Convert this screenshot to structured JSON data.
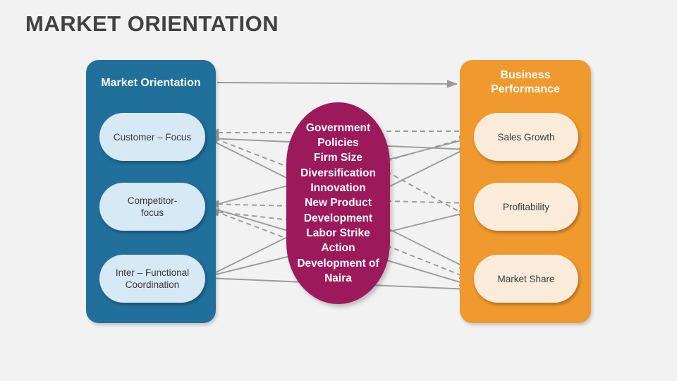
{
  "title": "MARKET ORIENTATION",
  "colors": {
    "background": "#f2f2f2",
    "title_text": "#414141",
    "left_panel": "#21709B",
    "left_box": "#D6E9F5",
    "right_panel": "#F0992E",
    "right_box": "#FAEBDA",
    "center_oval": "#9C1A5C",
    "connector": "#9a9a9a",
    "box_text": "#3a3a3a",
    "panel_title_text": "#ffffff"
  },
  "left_panel": {
    "title": "Market Orientation",
    "items": [
      {
        "label": "Customer – Focus"
      },
      {
        "label": "Competitor-\nfocus"
      },
      {
        "label": "Inter – Functional\nCoordination"
      }
    ]
  },
  "right_panel": {
    "title": "Business\nPerformance",
    "items": [
      {
        "label": "Sales Growth"
      },
      {
        "label": "Profitability"
      },
      {
        "label": "Market Share"
      }
    ]
  },
  "center_oval": {
    "lines": [
      "Government",
      "Policies",
      "Firm Size",
      "Diversification",
      "Innovation",
      "New Product",
      "Development",
      "Labor Strike",
      "Action",
      "Development of",
      "Naira"
    ]
  },
  "connectors": {
    "description": "Arrows linking market orientation constructs, moderating factors and business performance outcomes",
    "solid_arrows": [
      {
        "from": "Market Orientation panel",
        "to": "Business Performance panel"
      },
      {
        "from": "Customer – Focus",
        "to": "Sales Growth"
      },
      {
        "from": "Customer – Focus",
        "to": "Market Share"
      },
      {
        "from": "Competitor-focus",
        "to": "Sales Growth"
      },
      {
        "from": "Competitor-focus",
        "to": "Market Share"
      },
      {
        "from": "Inter – Functional Coordination",
        "to": "Sales Growth"
      },
      {
        "from": "Inter – Functional Coordination",
        "to": "Profitability"
      },
      {
        "from": "Inter – Functional Coordination",
        "to": "Market Share"
      }
    ],
    "dashed_arrows": [
      {
        "from": "Moderating factors",
        "to": "Customer – Focus"
      },
      {
        "from": "Moderating factors",
        "to": "Competitor-focus"
      },
      {
        "from": "Moderating factors",
        "to": "Sales Growth"
      },
      {
        "from": "Moderating factors",
        "to": "Profitability"
      },
      {
        "from": "Moderating factors",
        "to": "Market Share"
      }
    ]
  }
}
